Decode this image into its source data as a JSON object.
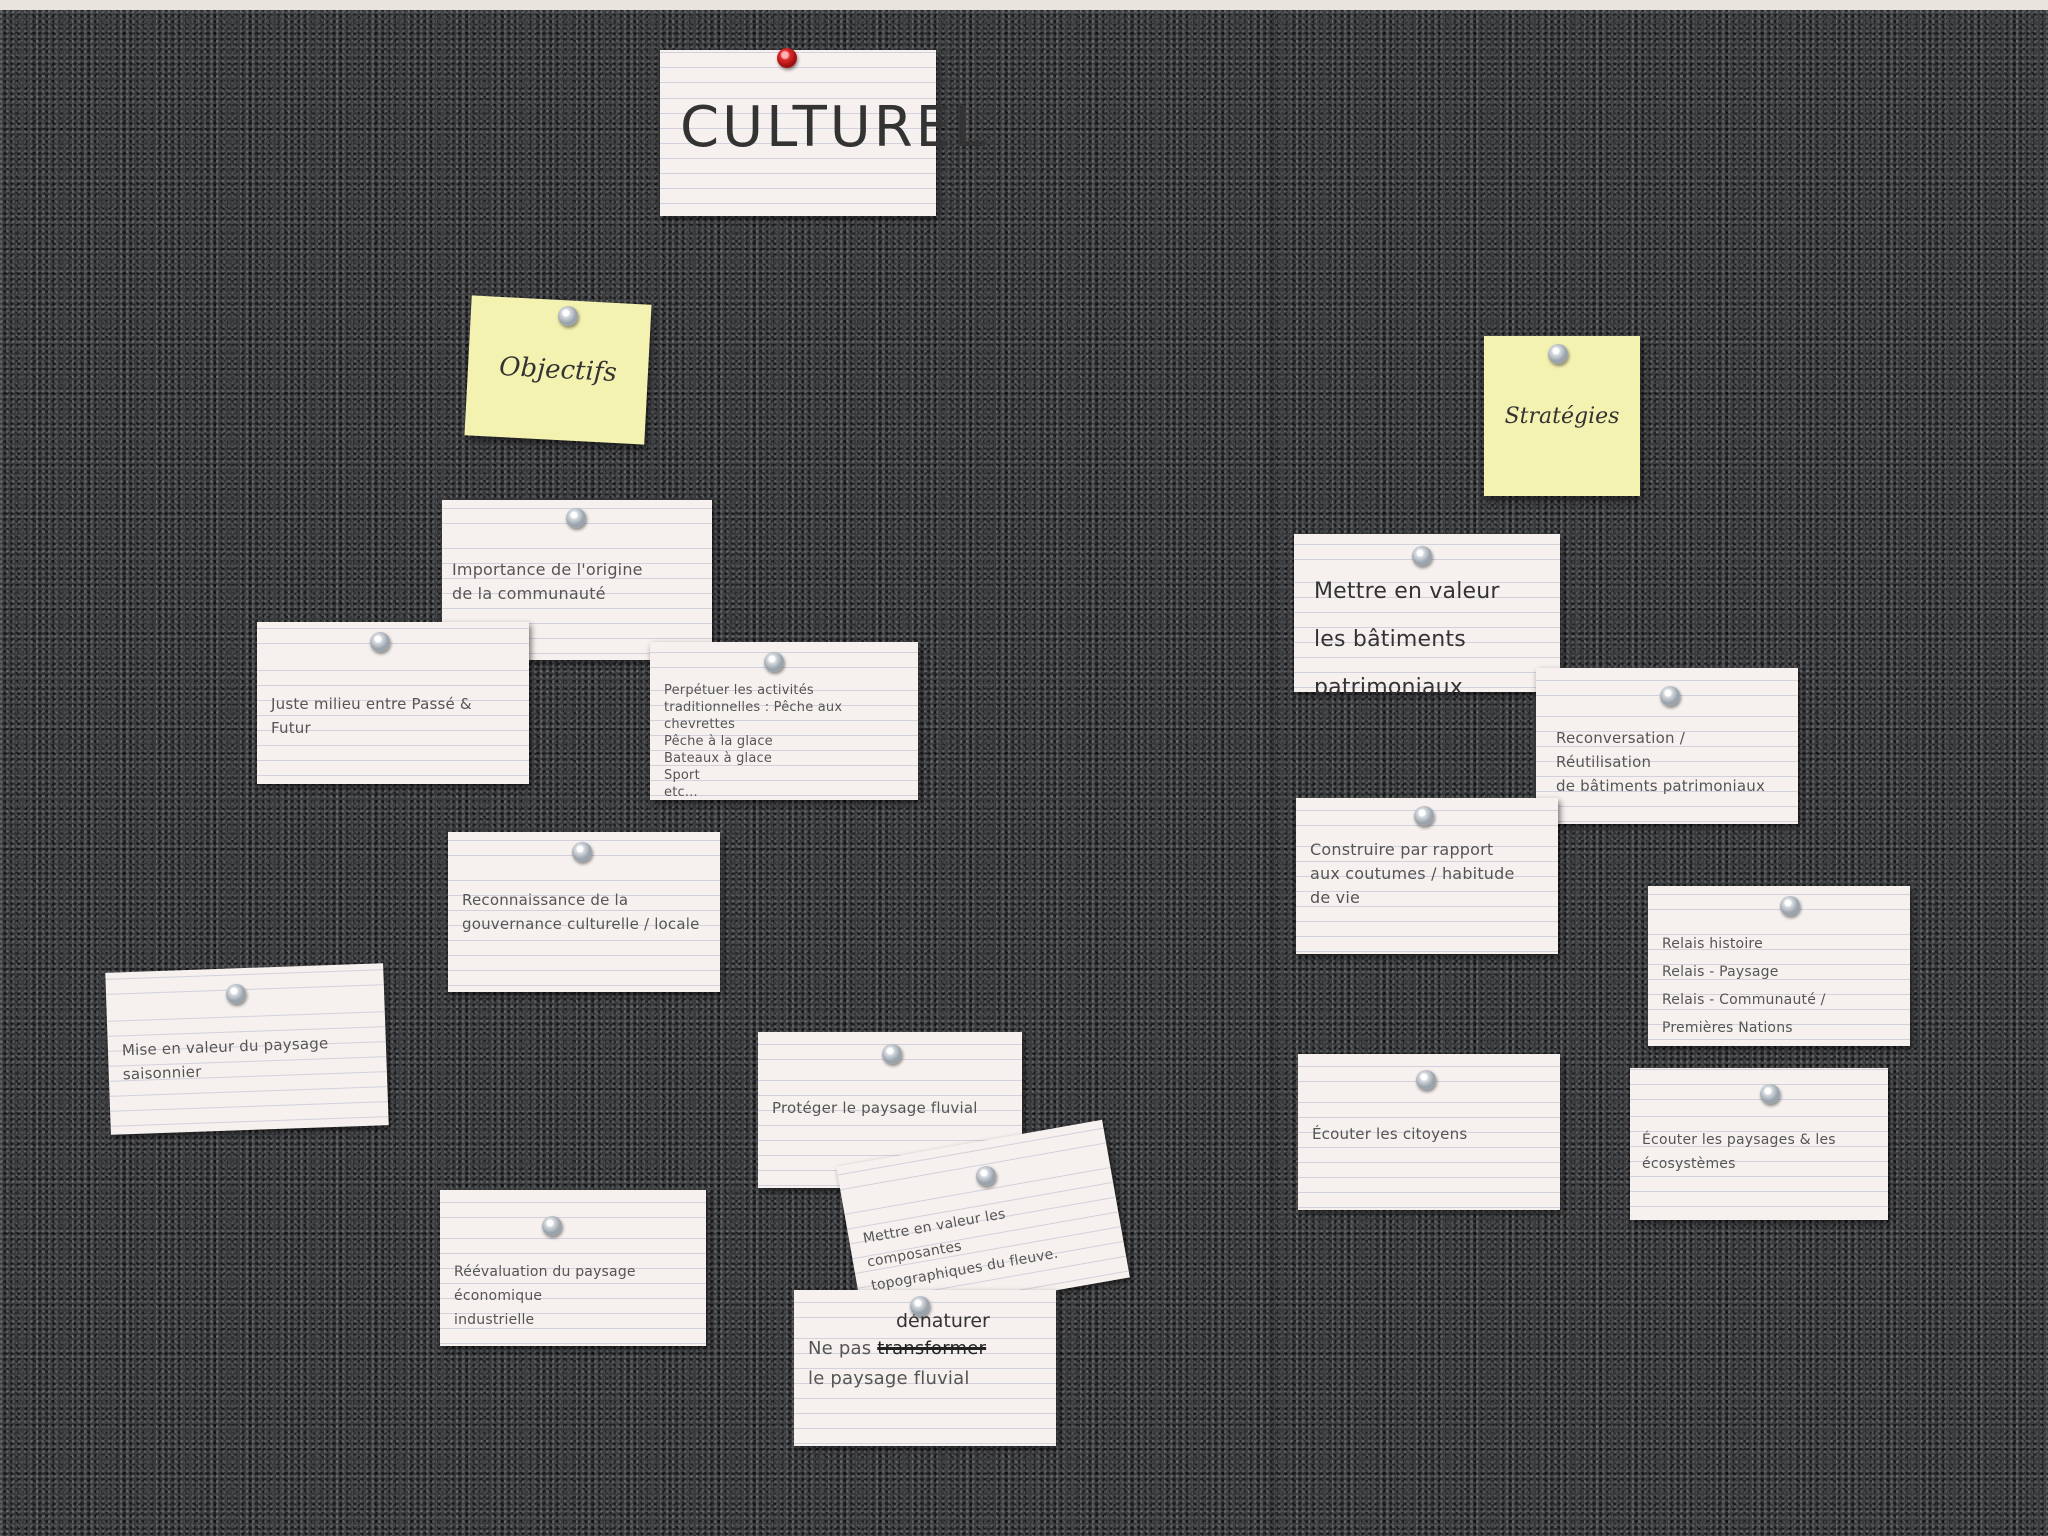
{
  "board": {
    "title": "CULTUREL",
    "headers": {
      "objectives": "Objectifs",
      "strategies": "Stratégies"
    }
  },
  "objectives_cards": [
    {
      "text": "Importance de l'origine\nde la communauté"
    },
    {
      "text": "Juste milieu entre Passé & Futur"
    },
    {
      "text": "Perpétuer les activités\ntraditionnelles : Pêche aux chevrettes\nPêche à la glace\nBateaux à glace\nSport\netc..."
    },
    {
      "text": "Reconnaissance de la\ngouvernance culturelle / locale"
    },
    {
      "text": "Mise en valeur du paysage\nsaisonnier"
    },
    {
      "text": "Protéger le paysage fluvial"
    },
    {
      "text": "Mettre en valeur les composantes\ntopographiques du fleuve."
    },
    {
      "text": "Réévaluation du paysage économique\nindustrielle"
    },
    {
      "correction": "dénaturer",
      "struck": "transformer",
      "line1_prefix": "Ne pas",
      "line2": "le paysage fluvial"
    }
  ],
  "strategies_cards": [
    {
      "text": "Mettre en valeur\nles bâtiments patrimoniaux"
    },
    {
      "text": "Reconversation / Réutilisation\nde bâtiments patrimoniaux"
    },
    {
      "text": "Construire par rapport\naux coutumes / habitude\nde vie"
    },
    {
      "text": "Relais histoire\nRelais - Paysage\nRelais - Communauté / Premières Nations"
    },
    {
      "text": "Écouter les citoyens"
    },
    {
      "text": "Écouter les paysages & les écosystèmes"
    }
  ],
  "colors": {
    "board": "#3a3b3e",
    "card": "#f6f1ee",
    "sticky": "#f4f2b0",
    "pin_red": "#e02a2a"
  }
}
